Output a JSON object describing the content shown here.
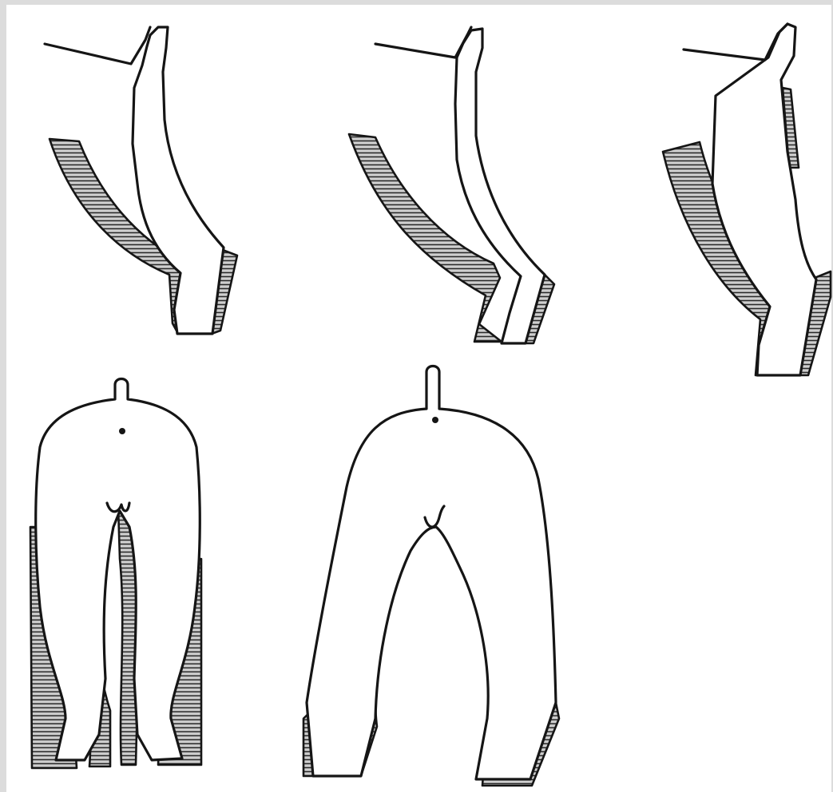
{
  "figure": {
    "panels": [
      {
        "id": "side-view-1",
        "view": "side"
      },
      {
        "id": "side-view-2",
        "view": "side"
      },
      {
        "id": "side-view-3",
        "view": "side"
      },
      {
        "id": "rear-view-1",
        "view": "rear"
      },
      {
        "id": "rear-view-2",
        "view": "rear"
      }
    ]
  }
}
